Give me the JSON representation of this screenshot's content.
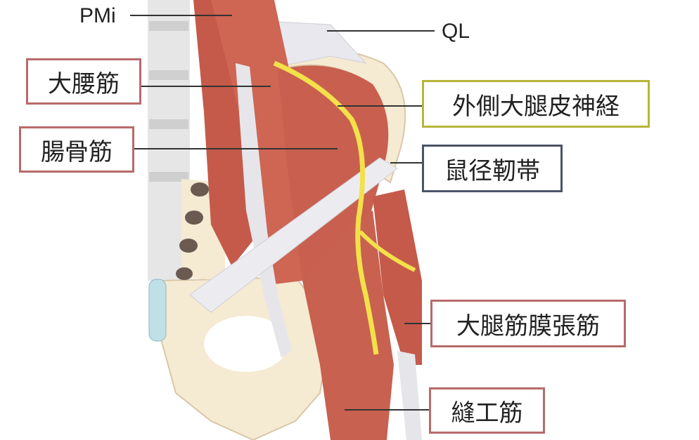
{
  "labels": {
    "pmi": "PMi",
    "ql": "QL",
    "psoas_major": "大腰筋",
    "iliacus": "腸骨筋",
    "lateral_femoral_cutaneous_nerve": "外側大腿皮神経",
    "inguinal_ligament": "鼠径靭帯",
    "tensor_fasciae_latae": "大腿筋膜張筋",
    "sartorius": "縫工筋"
  },
  "colors": {
    "muscle_box": "#b86a6a",
    "nerve_box": "#b5b53a",
    "ligament_box": "#4a5368",
    "muscle": "#c8614f",
    "nerve": "#f2e14a",
    "bone": "#f5ead2"
  }
}
